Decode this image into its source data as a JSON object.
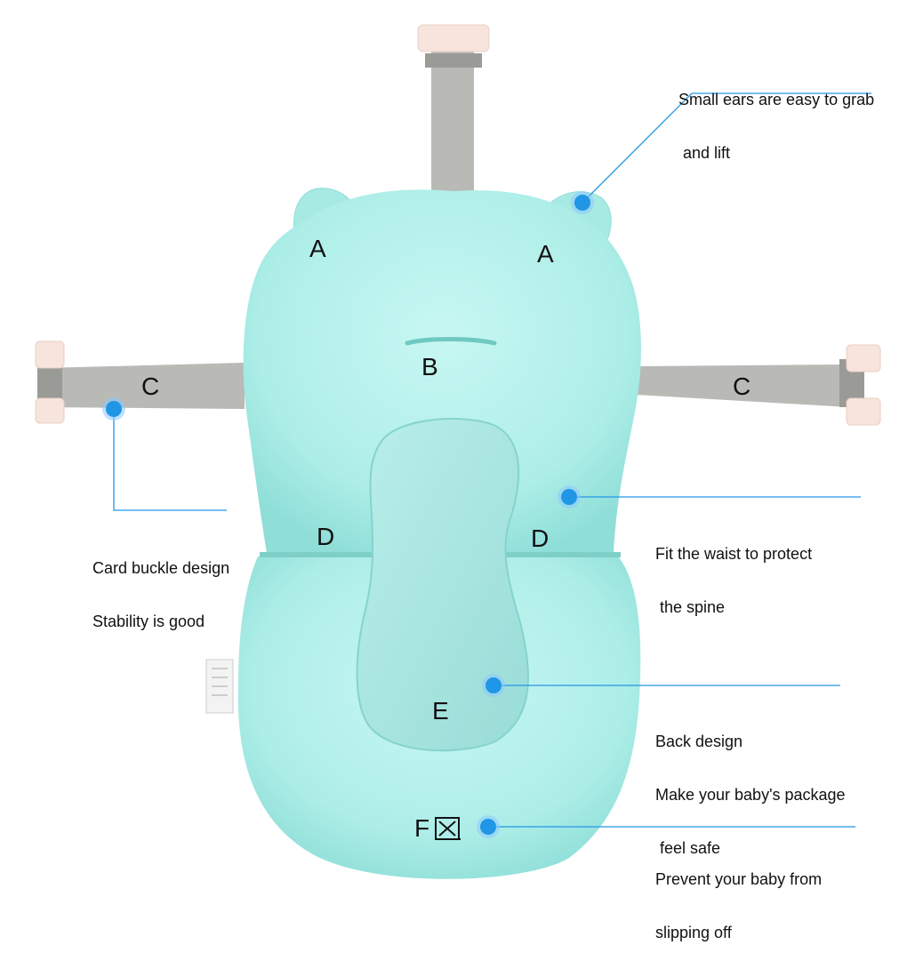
{
  "letters": {
    "a_left": "A",
    "a_right": "A",
    "b": "B",
    "c_left": "C",
    "c_right": "C",
    "d_left": "D",
    "d_right": "D",
    "e": "E",
    "f": "F"
  },
  "callouts": {
    "ears": {
      "line1": "Small ears are easy to grab",
      "line2": " and lift"
    },
    "buckle": {
      "line1": "Card buckle design",
      "line2": "Stability is good"
    },
    "waist": {
      "line1": "Fit the waist to protect",
      "line2": " the spine"
    },
    "back": {
      "line1": "Back design",
      "line2": "Make your baby's package",
      "line3": " feel safe"
    },
    "slip": {
      "line1": "Prevent your baby from",
      "line2": "slipping off"
    }
  },
  "icons": {
    "callout_dot": "dot-icon",
    "fabric_mark": "square-x-icon"
  },
  "colors": {
    "cushion": "#aeeee8",
    "cushion_light": "#c6f6f2",
    "cushion_shade": "#8fded8",
    "strap": "#b9b9b6",
    "buckle": "#f7e4dc",
    "callout_blue": "#2196e6"
  }
}
